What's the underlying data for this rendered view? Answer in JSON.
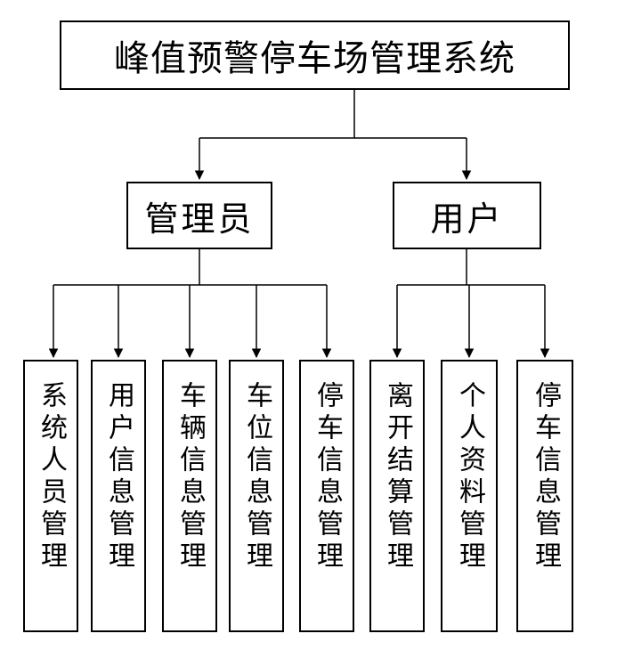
{
  "root": {
    "title": "峰值预警停车场管理系统"
  },
  "branches": [
    {
      "label": "管理员",
      "leaves": [
        "系统人员管理",
        "用户信息管理",
        "车辆信息管理",
        "车位信息管理",
        "停车信息管理"
      ]
    },
    {
      "label": "用户",
      "leaves": [
        "离开结算管理",
        "个人资料管理",
        "停车信息管理"
      ]
    }
  ]
}
